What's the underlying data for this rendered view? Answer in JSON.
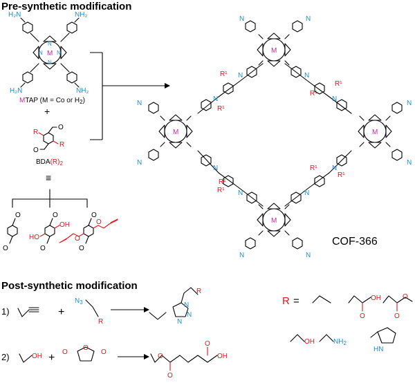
{
  "headings": {
    "pre": "Pre-synthetic modification",
    "post": "Post-synthetic modification"
  },
  "labels": {
    "nh2": "NH₂",
    "h2n": "H₂N",
    "mtap_m": "M",
    "mtap_rest": "TAP (M = Co or H",
    "mtap_sub": "2",
    "mtap_close": ")",
    "plus": "+",
    "bda_prefix": "BDA",
    "bda_r": "(R)",
    "bda_sub": "2",
    "r": "R",
    "o": "O",
    "oh": "OH",
    "ho": "HO",
    "n": "N",
    "m": "M",
    "r1": "R¹",
    "equiv": "≡",
    "cof": "COF-366",
    "step1": "1)",
    "step2": "2)",
    "n3": "N",
    "n3_sub": "3",
    "r_equals": "R",
    "equals": "=",
    "nh2_tail": "NH",
    "nh2_sub": "2",
    "hn": "HN",
    "o_ring": "O"
  },
  "colors": {
    "blue": "#1b8fd8",
    "red": "#e0161c",
    "magenta": "#d6239a"
  }
}
